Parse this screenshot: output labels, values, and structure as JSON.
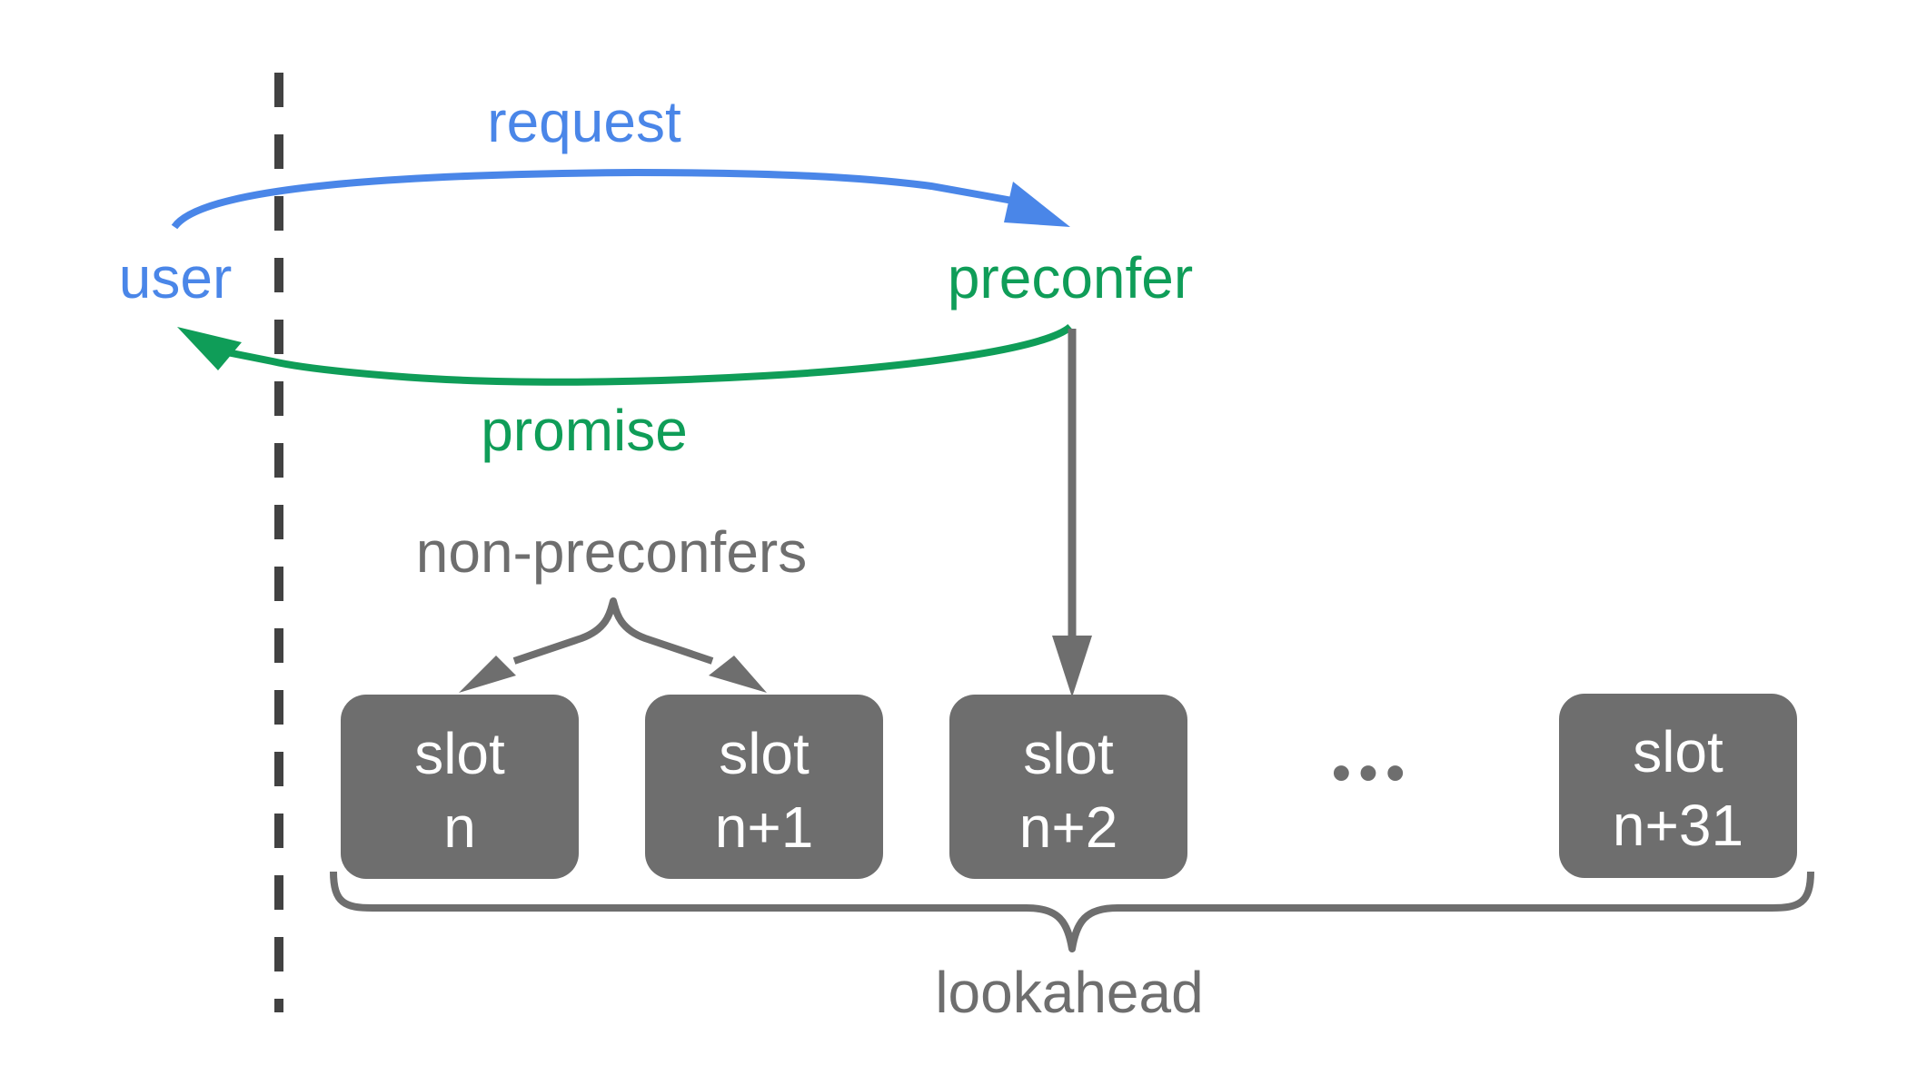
{
  "labels": {
    "request": "request",
    "user": "user",
    "preconfer": "preconfer",
    "promise": "promise",
    "non_preconfers": "non-preconfers",
    "ellipsis": "•••",
    "lookahead": "lookahead"
  },
  "slots": [
    {
      "line1": "slot",
      "line2": "n"
    },
    {
      "line1": "slot",
      "line2": "n+1"
    },
    {
      "line1": "slot",
      "line2": "n+2"
    },
    {
      "line1": "slot",
      "line2": "n+31"
    }
  ],
  "colors": {
    "blue": "#4a86e8",
    "green": "#0f9d58",
    "gray": "#6e6e6e",
    "dark": "#424242",
    "slot_fill": "#6e6e6e"
  }
}
